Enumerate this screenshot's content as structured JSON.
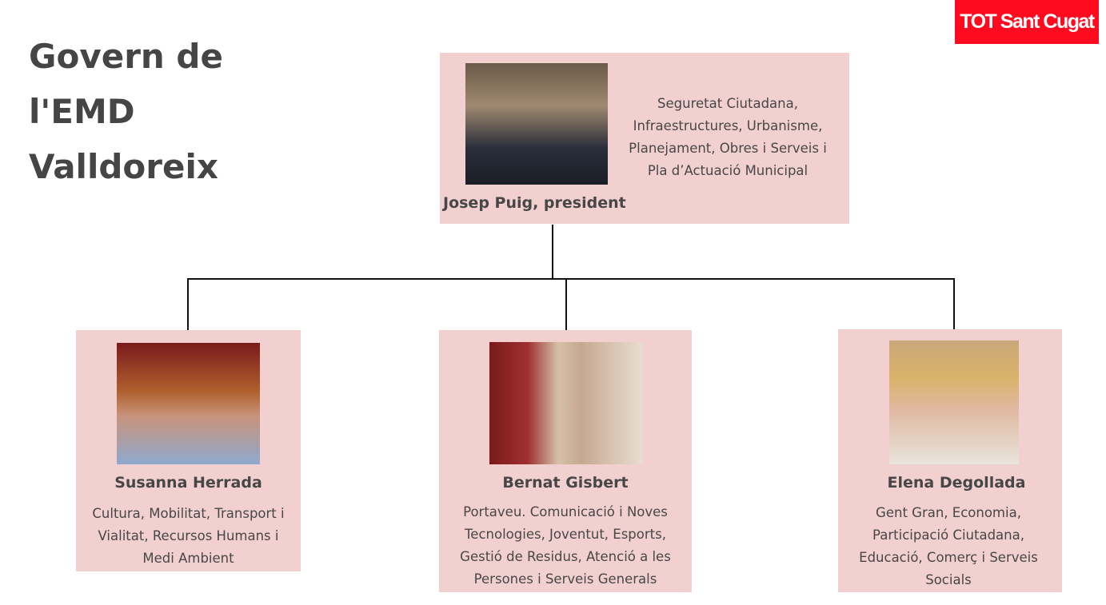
{
  "title": "Govern de l'EMD Valldoreix",
  "logo": "TOT Sant Cugat",
  "president": {
    "name": "Josep Puig, president",
    "areas": "Seguretat Ciutadana, Infraestructures, Urbanisme, Planejament, Obres i Serveis i Pla d’Actuació Municipal"
  },
  "members": [
    {
      "name": "Susanna Herrada",
      "areas": "Cultura, Mobilitat, Transport i Vialitat, Recursos Humans i Medi Ambient"
    },
    {
      "name": "Bernat Gisbert",
      "areas": "Portaveu. Comunicació i Noves Tecnologies, Joventut, Esports, Gestió de Residus, Atenció a les Persones i Serveis Generals"
    },
    {
      "name": "Elena Degollada",
      "areas": "Gent Gran, Economia, Participació Ciutadana, Educació, Comerç i Serveis Socials"
    }
  ]
}
